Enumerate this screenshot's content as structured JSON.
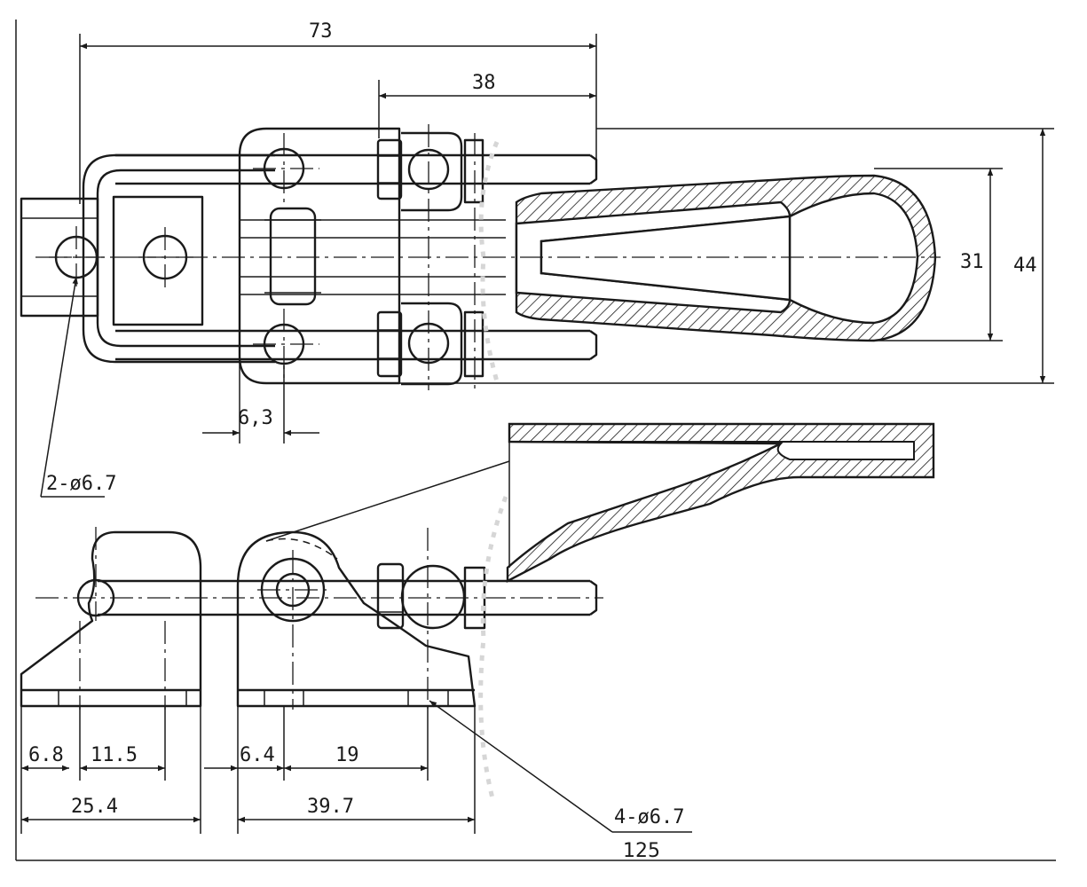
{
  "dimensions": {
    "overall_length": "73",
    "bolt_spacing": "38",
    "inner_width": "31",
    "outer_width": "44",
    "plate_offset": "6,3",
    "small_holes_label": "2-ø6.7",
    "base_left_offset": "6.8",
    "base_left_spacing": "11.5",
    "base_left_width": "25.4",
    "base_right_offset": "6.4",
    "base_right_spacing": "19",
    "base_right_width": "39.7",
    "base_holes_label": "4-ø6.7",
    "total_length": "125"
  }
}
